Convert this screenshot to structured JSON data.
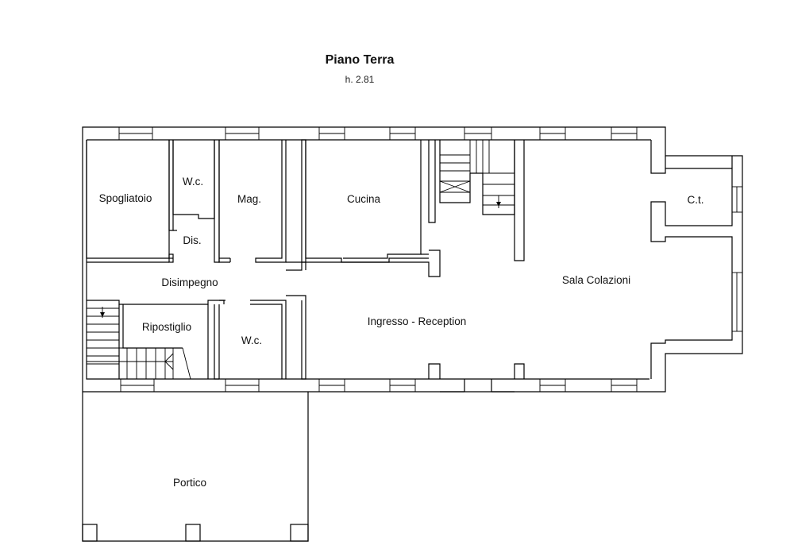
{
  "header": {
    "title": "Piano Terra",
    "height_label": "h. 2.81"
  },
  "rooms": {
    "spogliatoio": "Spogliatoio",
    "wc1": "W.c.",
    "mag": "Mag.",
    "dis": "Dis.",
    "cucina": "Cucina",
    "ct": "C.t.",
    "sala": "Sala Colazioni",
    "disimpegno": "Disimpegno",
    "ripostiglio": "Ripostiglio",
    "wc2": "W.c.",
    "ingresso": "Ingresso - Reception",
    "portico": "Portico"
  },
  "colors": {
    "line": "#000000",
    "background": "#ffffff"
  }
}
